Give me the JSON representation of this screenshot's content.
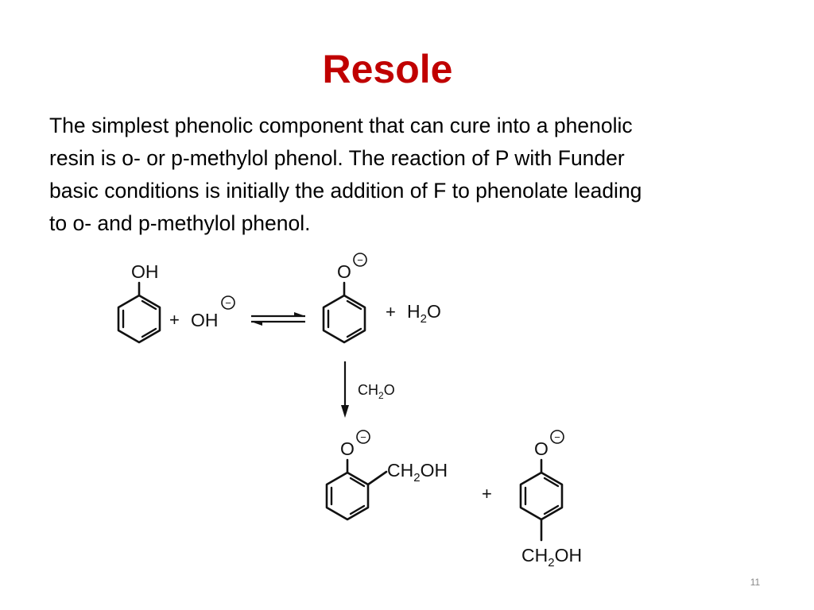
{
  "slide": {
    "title": "Resole",
    "body_lines": [
      "The simplest phenolic component that can cure into a phenolic",
      "resin is o- or p-methylol phenol. The reaction of P with Funder",
      "basic conditions is initially the addition of F to phenolate leading",
      "to o- and p-methylol phenol."
    ],
    "page_number": "11"
  },
  "scheme": {
    "phenol_label": "OH",
    "plus": "+",
    "hydroxide_label": "OH",
    "charge_sign": "−",
    "phenolate_label": "O",
    "water": {
      "base": "H",
      "sub": "2",
      "tail": "O"
    },
    "reagent": {
      "base": "CH",
      "sub": "2",
      "tail": "O"
    },
    "ortho_label": "O",
    "ortho_substituent": {
      "base": "CH",
      "sub": "2",
      "tail": "OH"
    },
    "para_label": "O",
    "para_substituent": {
      "base": "CH",
      "sub": "2",
      "tail": "OH"
    }
  },
  "colors": {
    "title": "#c00000",
    "text": "#000000",
    "page_number": "#888888"
  }
}
